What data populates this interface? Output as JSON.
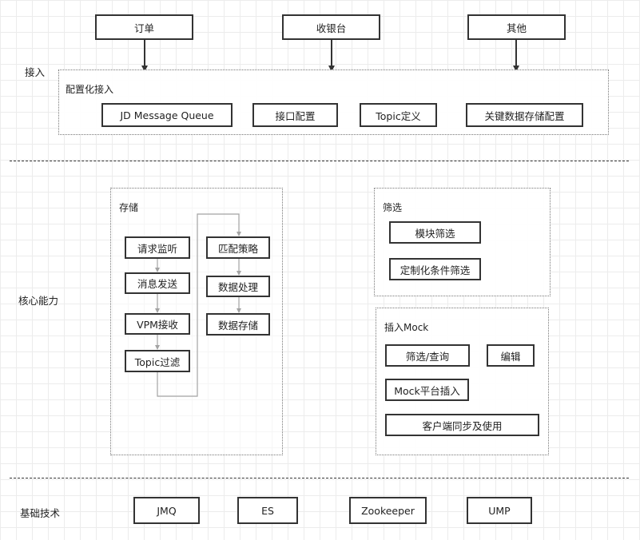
{
  "top_sources": [
    "订单",
    "收银台",
    "其他"
  ],
  "access": {
    "side_label": "接入",
    "group_title": "配置化接入",
    "items": [
      "JD Message Queue",
      "接口配置",
      "Topic定义",
      "关键数据存储配置"
    ]
  },
  "core": {
    "side_label": "核心能力",
    "storage": {
      "title": "存储",
      "left_steps": [
        "请求监听",
        "消息发送",
        "VPM接收",
        "Topic过滤"
      ],
      "right_steps": [
        "匹配策略",
        "数据处理",
        "数据存储"
      ]
    },
    "filter": {
      "title": "筛选",
      "items": [
        "模块筛选",
        "定制化条件筛选"
      ]
    },
    "mock": {
      "title": "插入Mock",
      "items": [
        "筛选/查询",
        "编辑",
        "Mock平台插入",
        "客户端同步及使用"
      ]
    }
  },
  "base": {
    "side_label": "基础技术",
    "items": [
      "JMQ",
      "ES",
      "Zookeeper",
      "UMP"
    ]
  }
}
